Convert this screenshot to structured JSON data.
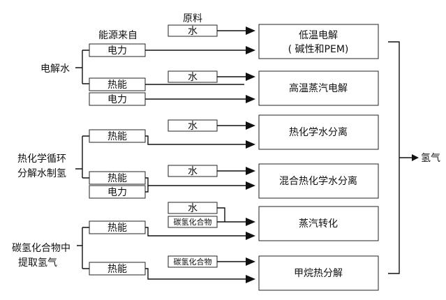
{
  "headers": {
    "raw_material": "原料",
    "energy_source": "能源来自"
  },
  "categories": {
    "electrolysis": "电解水",
    "thermochemical_line1": "热化学循环",
    "thermochemical_line2": "分解水制氢",
    "hydrocarbon_line1": "碳氢化合物中",
    "hydrocarbon_line2": "提取氢气"
  },
  "inputs": {
    "water": "水",
    "electricity": "电力",
    "heat": "热能",
    "hydrocarbon": "碳氢化合物"
  },
  "processes": {
    "low_temp_line1": "低温电解",
    "low_temp_line2": "( 碱性和PEM)",
    "high_temp": "高温蒸汽电解",
    "thermochem_split": "热化学水分离",
    "hybrid_split": "混合热化学水分离",
    "steam_reforming": "蒸汽转化",
    "methane_cracking": "甲烷热分解"
  },
  "output": "氢气"
}
